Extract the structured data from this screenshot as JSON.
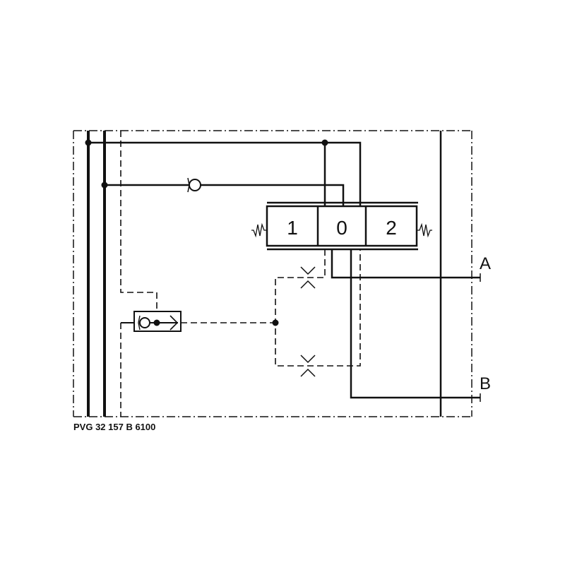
{
  "diagram": {
    "caption": "PVG 32 157 B 6100",
    "valve_positions": [
      "1",
      "0",
      "2"
    ],
    "ports": [
      "A",
      "B"
    ]
  }
}
